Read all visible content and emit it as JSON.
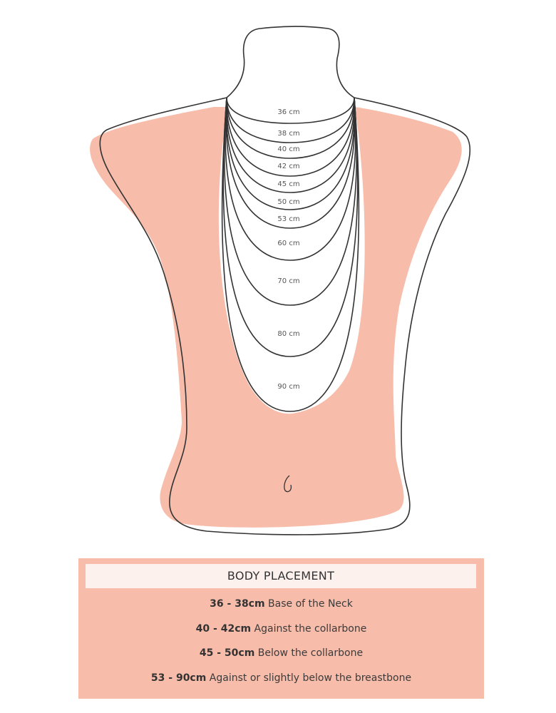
{
  "diagram": {
    "necklace_labels": [
      "36 cm",
      "38 cm",
      "40 cm",
      "42 cm",
      "45 cm",
      "50 cm",
      "53 cm",
      "60 cm",
      "70 cm",
      "80 cm",
      "90 cm"
    ],
    "colors": {
      "body_fill": "#f7bcaa",
      "outline": "#333333",
      "panel_header": "#fdf1ee"
    }
  },
  "panel": {
    "title": "BODY PLACEMENT",
    "rows": [
      {
        "range": "36 - 38cm",
        "desc": "Base of the Neck"
      },
      {
        "range": "40 - 42cm",
        "desc": "Against the collarbone"
      },
      {
        "range": "45 - 50cm",
        "desc": "Below the collarbone"
      },
      {
        "range": "53 - 90cm",
        "desc": "Against or slightly below the breastbone"
      }
    ]
  }
}
